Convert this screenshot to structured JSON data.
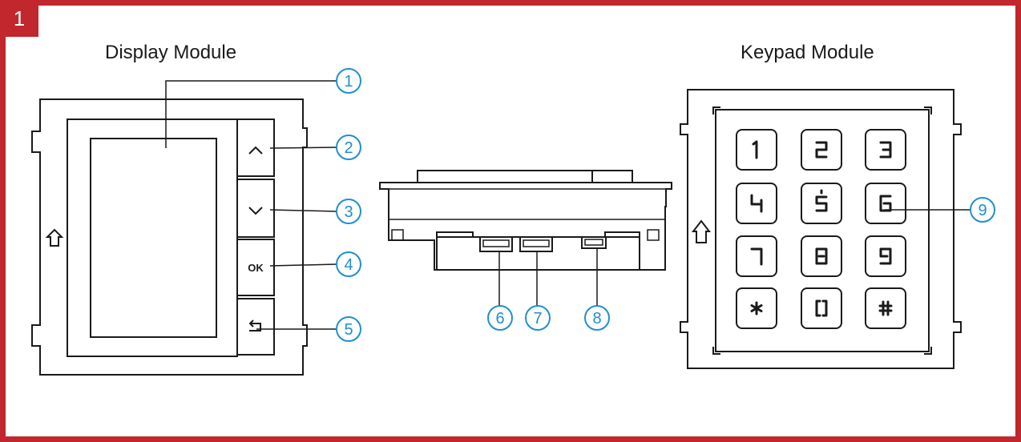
{
  "figure_number": "1",
  "display_module": {
    "title": "Display Module"
  },
  "keypad_module": {
    "title": "Keypad Module"
  },
  "callouts": [
    "1",
    "2",
    "3",
    "4",
    "5",
    "6",
    "7",
    "8",
    "9"
  ],
  "display_buttons": {
    "ok_label": "OK"
  },
  "keypad_keys": [
    "1",
    "2",
    "3",
    "4",
    "5",
    "6",
    "7",
    "8",
    "9",
    "*",
    "0",
    "#"
  ],
  "colors": {
    "frame": "#c1272d",
    "callout": "#1f8fd0",
    "line": "#1a1a1a"
  }
}
